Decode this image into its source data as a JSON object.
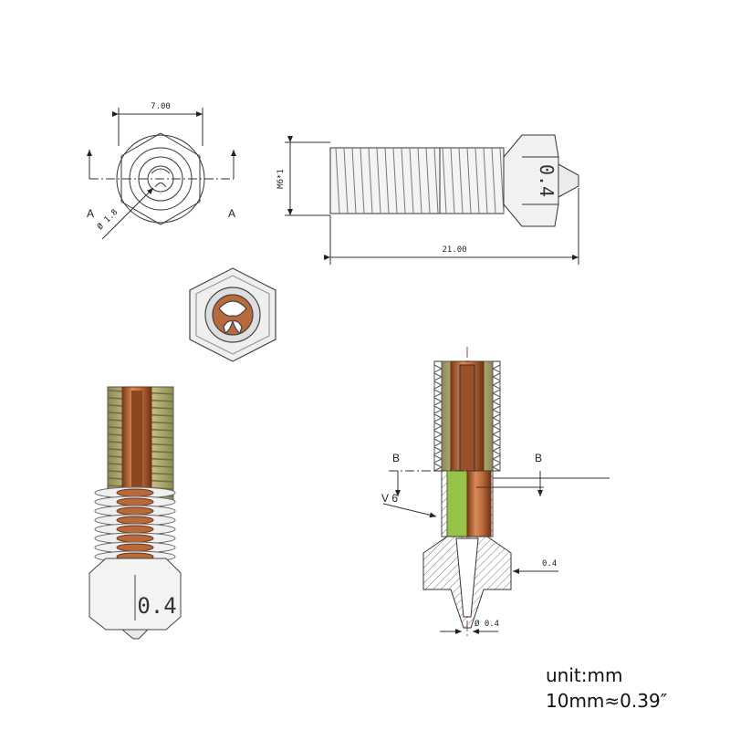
{
  "dimensions": {
    "width_top": "7.00",
    "hole_dia": "Ø 1.8",
    "thread": "M6*1",
    "length": "21.00",
    "nozzle_size": "0.4",
    "outlet_dia": "Ø 0.4"
  },
  "section_labels": {
    "a_left": "A",
    "a_right": "A",
    "b_left": "B",
    "b_right": "B",
    "v6": "V 6"
  },
  "marking": "0.4",
  "units": {
    "line1": "unit:mm",
    "line2": "10mm≈0.39″"
  },
  "colors": {
    "copper": "#b86a3c",
    "copper_dark": "#7a3a18",
    "brass": "#c9c48a",
    "green": "#98c34a",
    "steel": "#cfcfcf",
    "line": "#333333"
  }
}
